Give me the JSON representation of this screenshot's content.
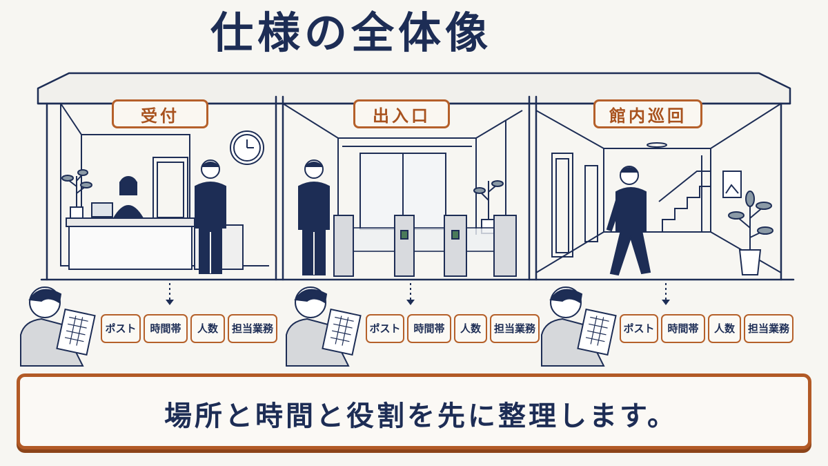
{
  "title": "仕様の全体像",
  "zones": [
    {
      "label": "受付"
    },
    {
      "label": "出入口"
    },
    {
      "label": "館内巡回"
    }
  ],
  "chips": [
    "ポスト",
    "時間帯",
    "人数",
    "担当業務"
  ],
  "footer": "場所と時間と役割を先に整理します。",
  "colors": {
    "navy": "#1d2d55",
    "accent": "#b5602a",
    "background": "#f7f6f2"
  }
}
